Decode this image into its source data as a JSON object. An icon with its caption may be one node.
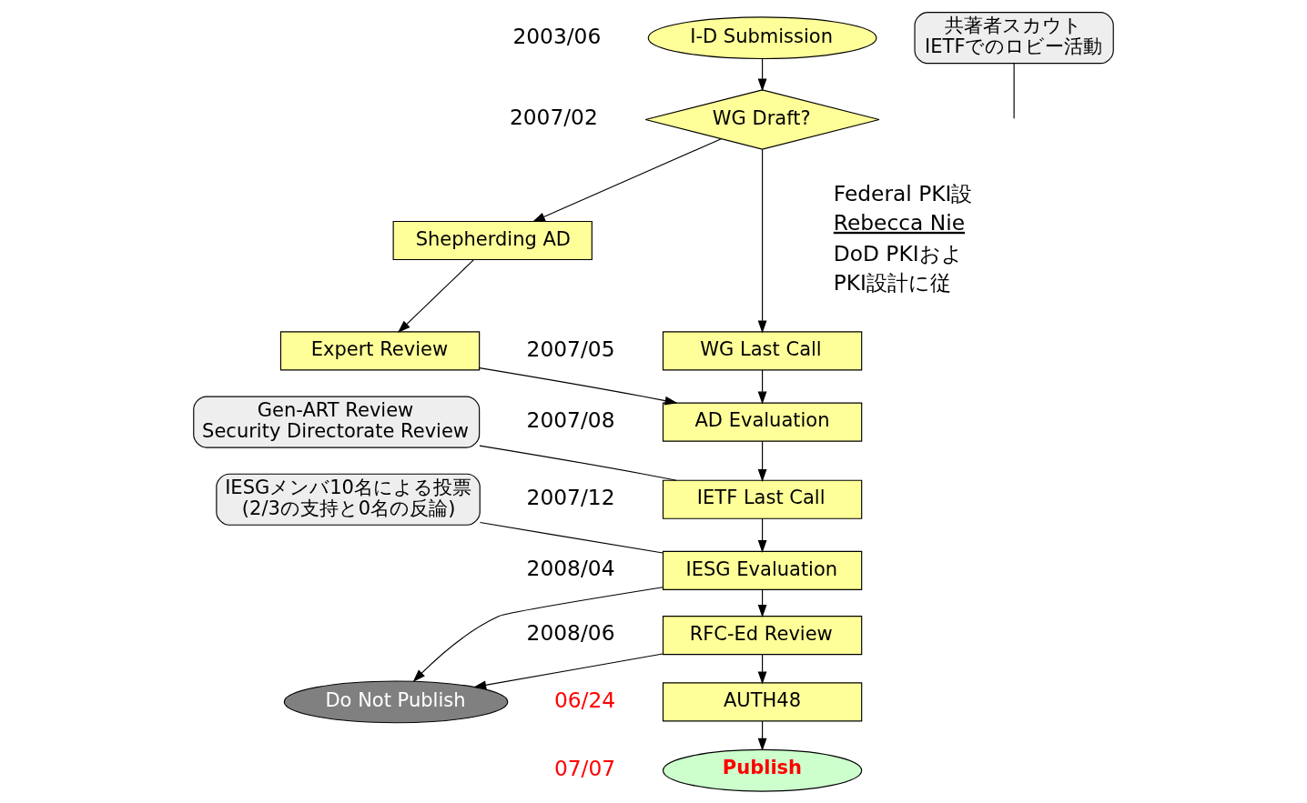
{
  "diagram": {
    "nodes": [
      {
        "text": [
          "I-D Submission"
        ],
        "beside": [
          "2003/06"
        ]
      },
      {
        "text": [
          "WG Draft?"
        ],
        "beside": [
          "2007/02"
        ]
      },
      {
        "text": [
          "Shepherding AD"
        ]
      },
      {
        "text": [
          "WG Last Call"
        ],
        "beside": [
          "2007/05"
        ]
      },
      {
        "text": [
          "Expert Review"
        ]
      },
      {
        "text": [
          "AD Evaluation"
        ],
        "beside": [
          "2007/08"
        ]
      },
      {
        "text": [
          "IETF Last Call"
        ],
        "beside": [
          "2007/12"
        ]
      },
      {
        "text": [
          "IESG Evaluation"
        ],
        "beside": [
          "2008/04"
        ]
      },
      {
        "text": [
          "Do Not Publish"
        ]
      },
      {
        "text": [
          "RFC-Ed Review"
        ],
        "beside": [
          "2008/06"
        ]
      },
      {
        "text": [
          "AUTH48"
        ],
        "beside": [
          "06/24"
        ]
      },
      {
        "text": [
          "Publish"
        ],
        "beside": [
          "07/07"
        ]
      },
      {
        "text": [
          "共著者スカウト",
          "IETFでのロビー活動"
        ]
      },
      {
        "text": [
          "Gen-ART Review",
          "Security Directorate Review"
        ]
      },
      {
        "text": [
          "IESGメンバ10名による投票",
          "(2/3の支持と0名の反論)"
        ]
      }
    ],
    "edges": [
      {
        "from": 0,
        "to": 1,
        "arrow": "to"
      },
      {
        "from": 1,
        "to": 3,
        "arrow": "to"
      },
      {
        "from": 1,
        "to": 2,
        "arrow": "to"
      },
      {
        "from": 2,
        "to": 4,
        "arrow": "to"
      },
      {
        "from": 3,
        "to": 5,
        "arrow": "to"
      },
      {
        "from": 4,
        "to": 5,
        "arrow": "to"
      },
      {
        "from": 5,
        "to": 6,
        "arrow": "to"
      },
      {
        "from": 6,
        "to": 7,
        "arrow": "to"
      },
      {
        "from": 7,
        "to": 8,
        "arrow": "to"
      },
      {
        "from": 7,
        "to": 9,
        "arrow": "to"
      },
      {
        "from": 9,
        "to": 8,
        "arrow": "to"
      },
      {
        "from": 9,
        "to": 10,
        "arrow": "to"
      },
      {
        "from": 10,
        "to": 11,
        "arrow": "to"
      },
      {
        "from": 12,
        "to": null,
        "arrow": "none"
      },
      {
        "from": 13,
        "to": 6,
        "arrow": "none"
      },
      {
        "from": 14,
        "to": 7,
        "arrow": "none"
      }
    ],
    "labels": [
      "Federal PKI設",
      "Rebecca Nie",
      "DoD PKIおよ",
      "PKI設計に従"
    ]
  }
}
